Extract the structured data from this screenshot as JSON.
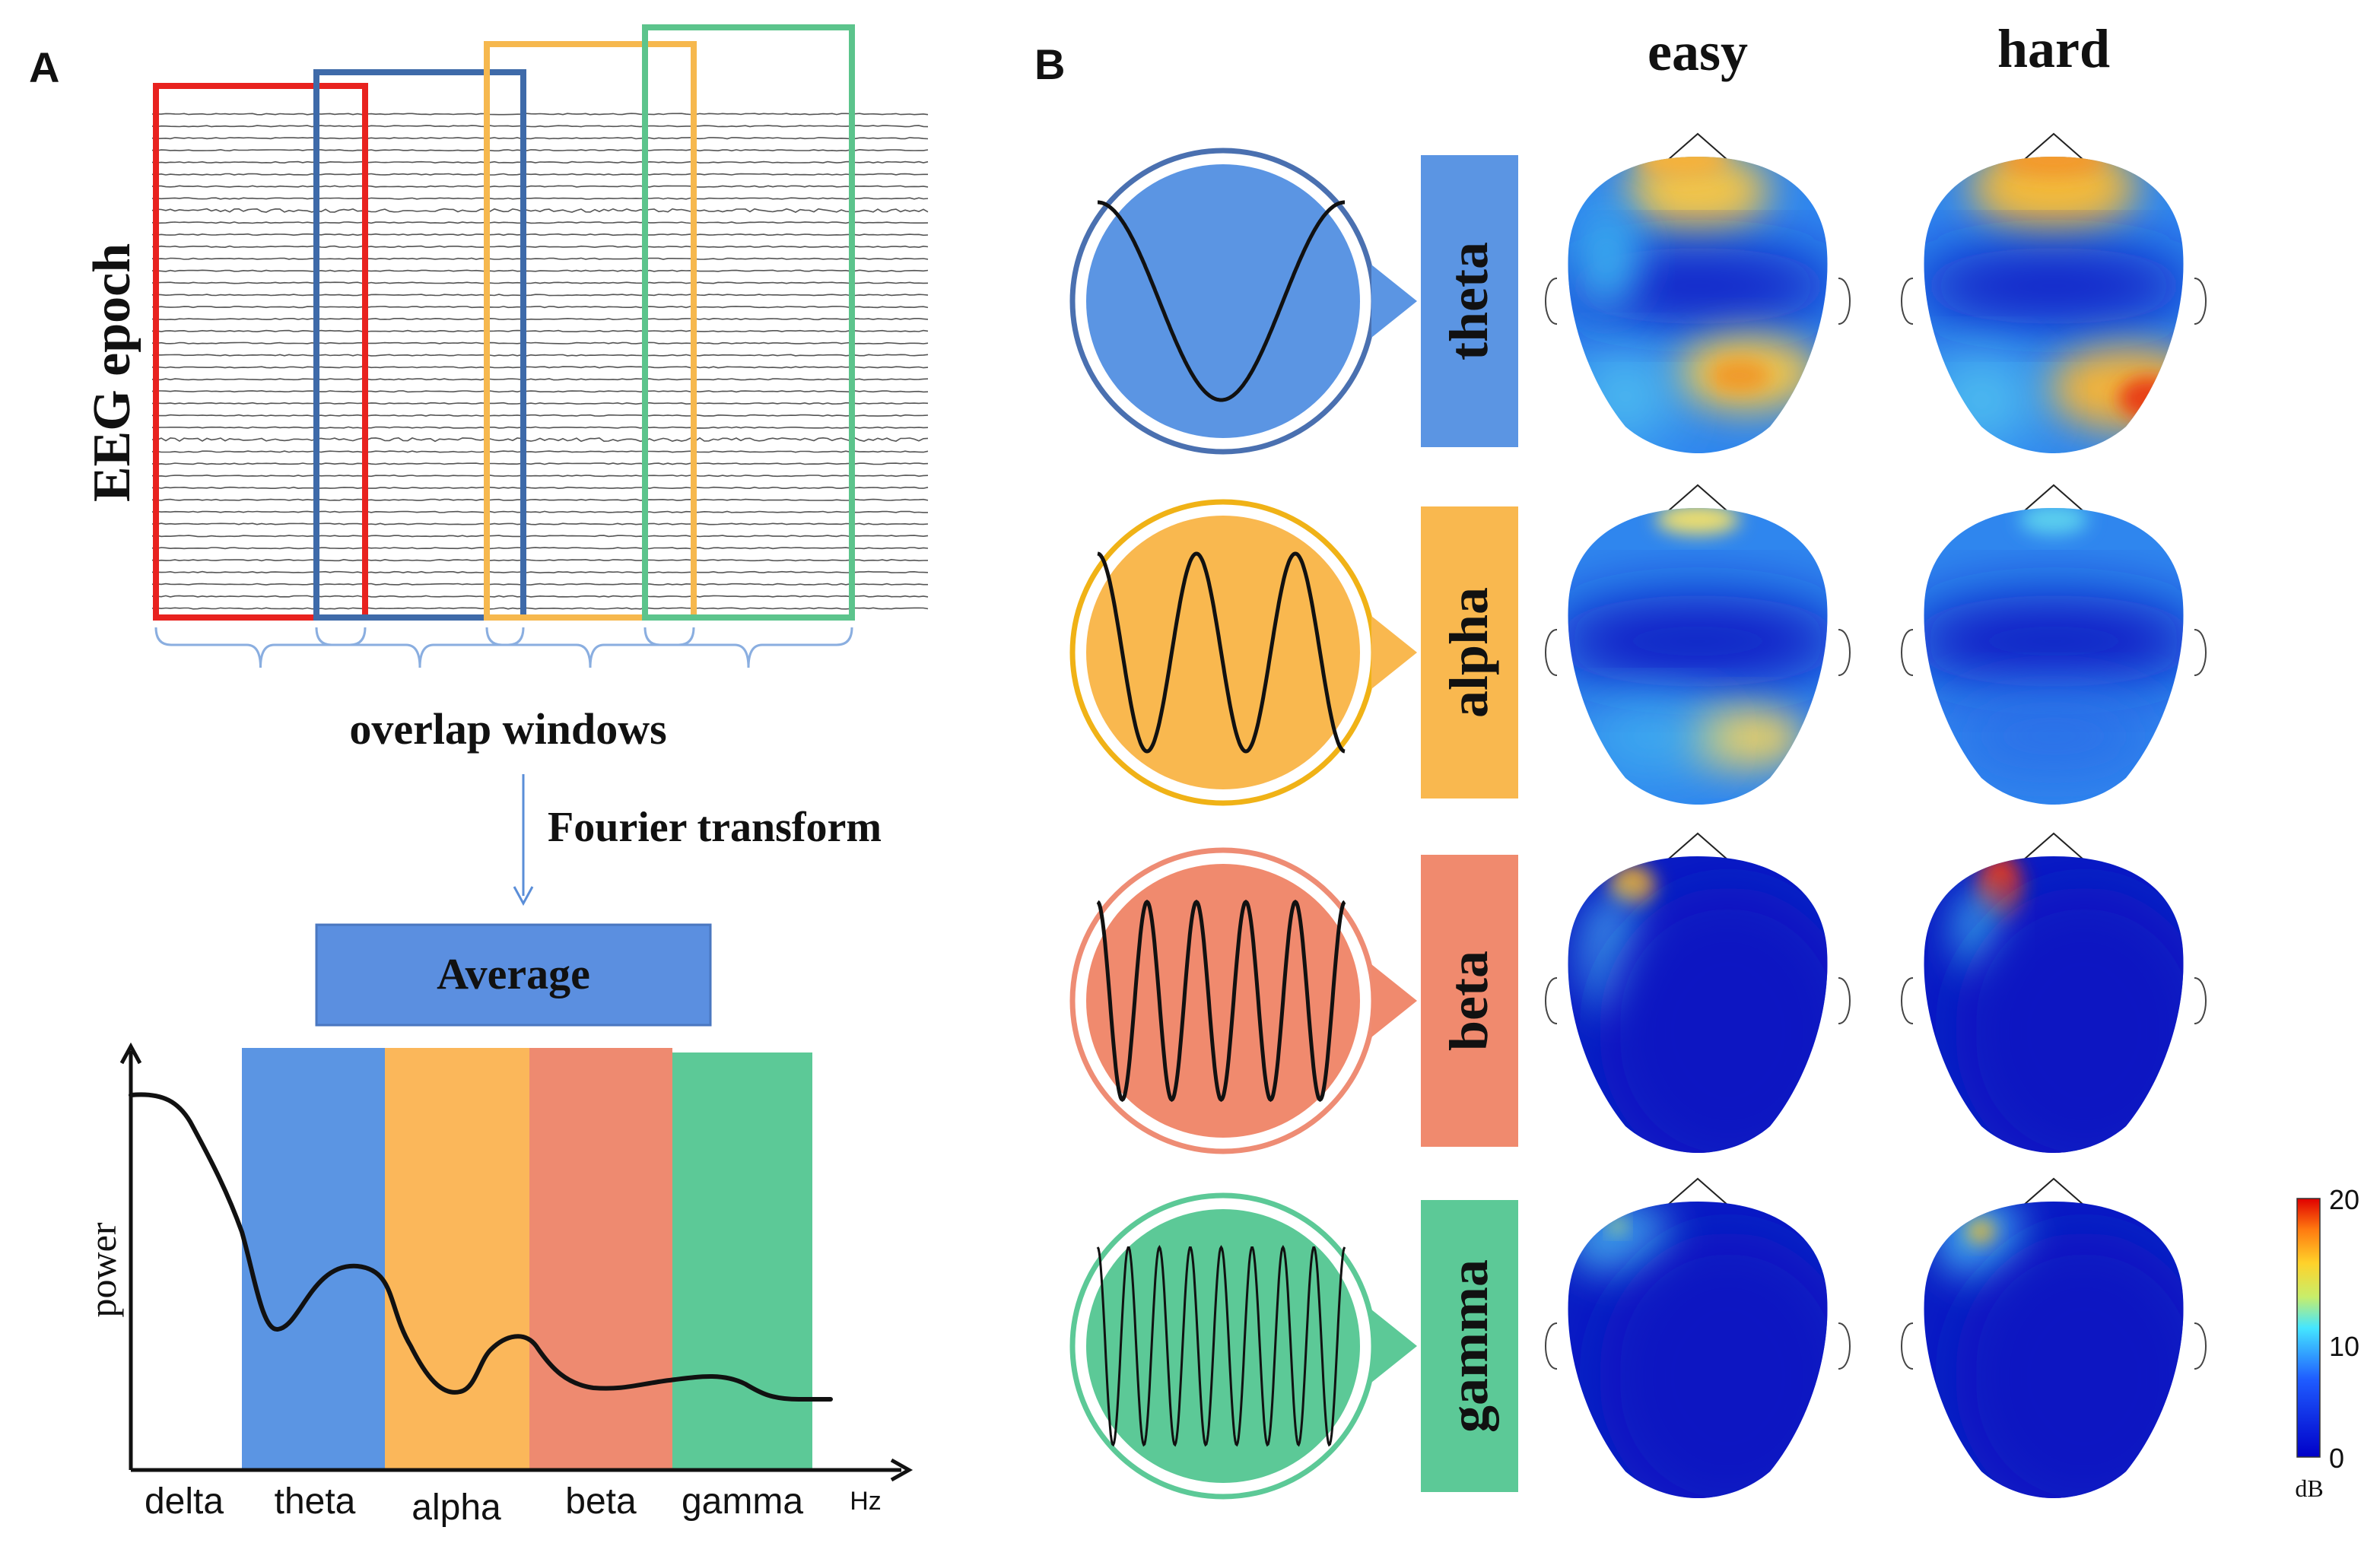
{
  "panel_a": {
    "panel_label": "A",
    "epoch_label": "EEG epoch",
    "overlap_label": "overlap windows",
    "transform_label": "Fourier transform",
    "average_label": "Average",
    "y_axis_label": "power",
    "x_axis_unit": "Hz",
    "bands": [
      "delta",
      "theta",
      "alpha",
      "beta",
      "gamma"
    ],
    "window_colors": [
      "#e8221f",
      "#3e6aa9",
      "#f6b84e",
      "#5cc48c"
    ]
  },
  "panel_b": {
    "panel_label": "B",
    "conditions": [
      "easy",
      "hard"
    ],
    "rows": [
      {
        "band": "theta",
        "color": "#5b95e3",
        "ring": "#4a70b0",
        "cycles": 1
      },
      {
        "band": "alpha",
        "color": "#f9b84f",
        "ring": "#f0b216",
        "cycles": 2.5
      },
      {
        "band": "beta",
        "color": "#f08a6e",
        "ring": "#ee8c74",
        "cycles": 5
      },
      {
        "band": "gamma",
        "color": "#5cc997",
        "ring": "#5cc997",
        "cycles": 8
      }
    ],
    "colorbar": {
      "ticks": [
        "20",
        "10",
        "0"
      ],
      "unit": "dB",
      "range": [
        0,
        20
      ]
    }
  }
}
